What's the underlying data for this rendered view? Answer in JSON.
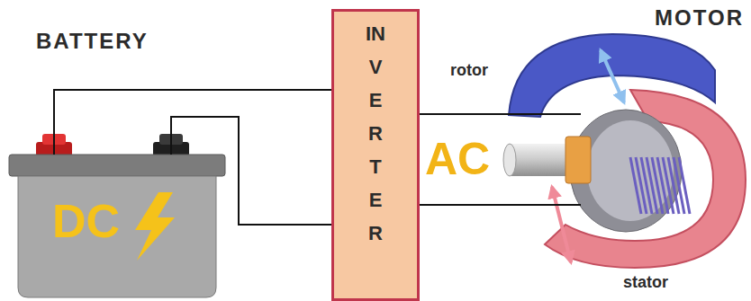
{
  "diagram": {
    "nodes": [
      {
        "text": [
          "BATTERY",
          "DC"
        ]
      },
      {
        "text": [
          "INVERTER"
        ]
      },
      {
        "text": [
          "MOTOR"
        ]
      }
    ],
    "edges": [
      {
        "from": 0,
        "to": 1,
        "arrow": "none"
      },
      {
        "from": 0,
        "to": 1,
        "arrow": "none"
      },
      {
        "from": 1,
        "to": 2,
        "arrow": "none"
      },
      {
        "from": 1,
        "to": 2,
        "arrow": "none"
      }
    ],
    "labels": [
      "AC",
      "rotor",
      "stator"
    ]
  }
}
